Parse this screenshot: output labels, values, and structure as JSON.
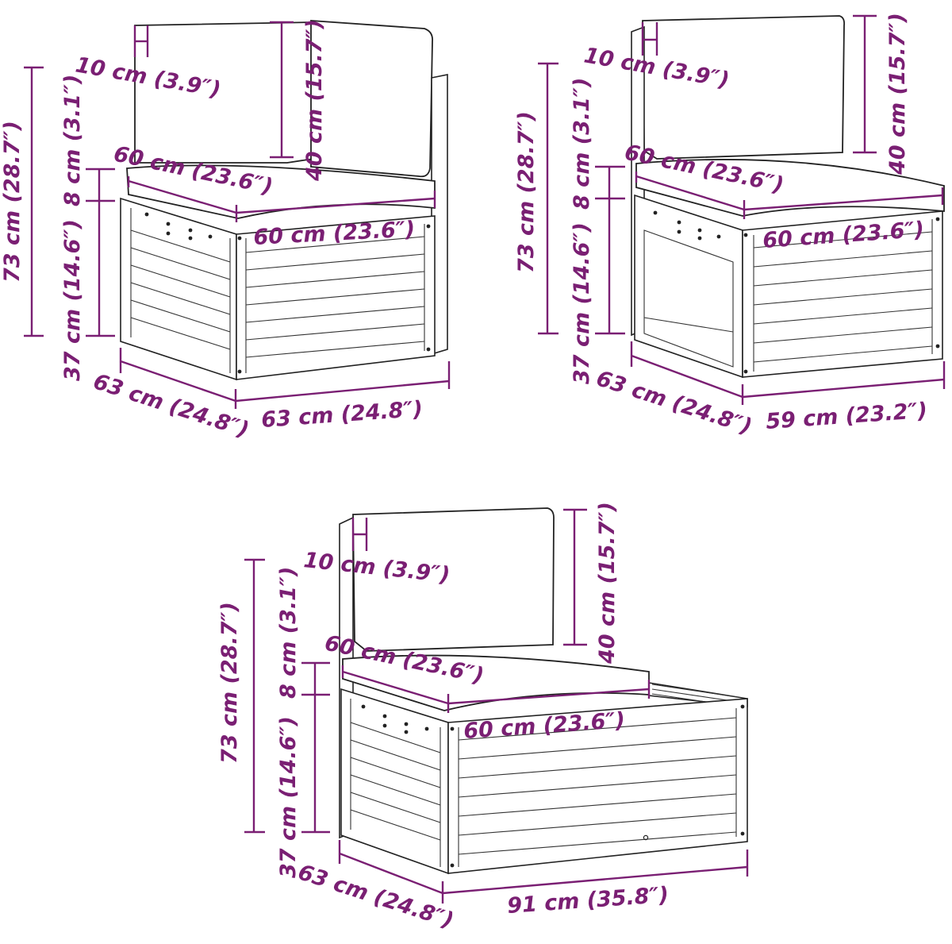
{
  "colors": {
    "dimension": "#7a1f73",
    "outline": "#222222",
    "background": "#ffffff"
  },
  "corner": {
    "arm_width": "10 cm (3.9″)",
    "back_height": "40 cm (15.7″)",
    "total_height": "73 cm (28.7″)",
    "cushion_thickness": "8 cm (3.1″)",
    "seat_height": "37 cm (14.6″)",
    "seat_depth": "60 cm (23.6″)",
    "seat_width": "60 cm (23.6″)",
    "depth": "63 cm (24.8″)",
    "width": "63 cm (24.8″)"
  },
  "middle": {
    "arm_width": "10 cm (3.9″)",
    "back_height": "40 cm (15.7″)",
    "total_height": "73 cm (28.7″)",
    "cushion_thickness": "8 cm (3.1″)",
    "seat_height": "37 cm (14.6″)",
    "seat_depth": "60 cm (23.6″)",
    "seat_width": "60 cm (23.6″)",
    "depth": "63 cm (24.8″)",
    "width": "59 cm (23.2″)"
  },
  "side_table": {
    "arm_width": "10 cm (3.9″)",
    "back_height": "40 cm (15.7″)",
    "total_height": "73 cm (28.7″)",
    "cushion_thickness": "8 cm (3.1″)",
    "seat_height": "37 cm (14.6″)",
    "seat_depth": "60 cm (23.6″)",
    "seat_width": "60 cm (23.6″)",
    "depth": "63 cm (24.8″)",
    "width": "91 cm (35.8″)"
  }
}
